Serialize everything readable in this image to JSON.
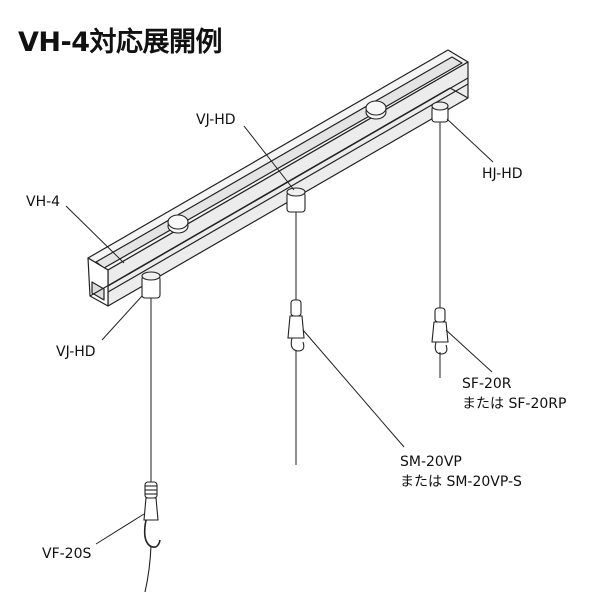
{
  "title": "VH-4対応展開例",
  "labels": {
    "vj_hd_top": "VJ-HD",
    "hj_hd": "HJ-HD",
    "vh4": "VH-4",
    "vj_hd_left": "VJ-HD",
    "sf20r_line1": "SF-20R",
    "sf20r_line2": "または SF-20RP",
    "sm20vp_line1": "SM-20VP",
    "sm20vp_line2": "または SM-20VP-S",
    "vf20s": "VF-20S"
  },
  "colors": {
    "line": "#222222",
    "rail_fill": "#f2f2f2",
    "rail_shade": "#dcdcdc"
  }
}
